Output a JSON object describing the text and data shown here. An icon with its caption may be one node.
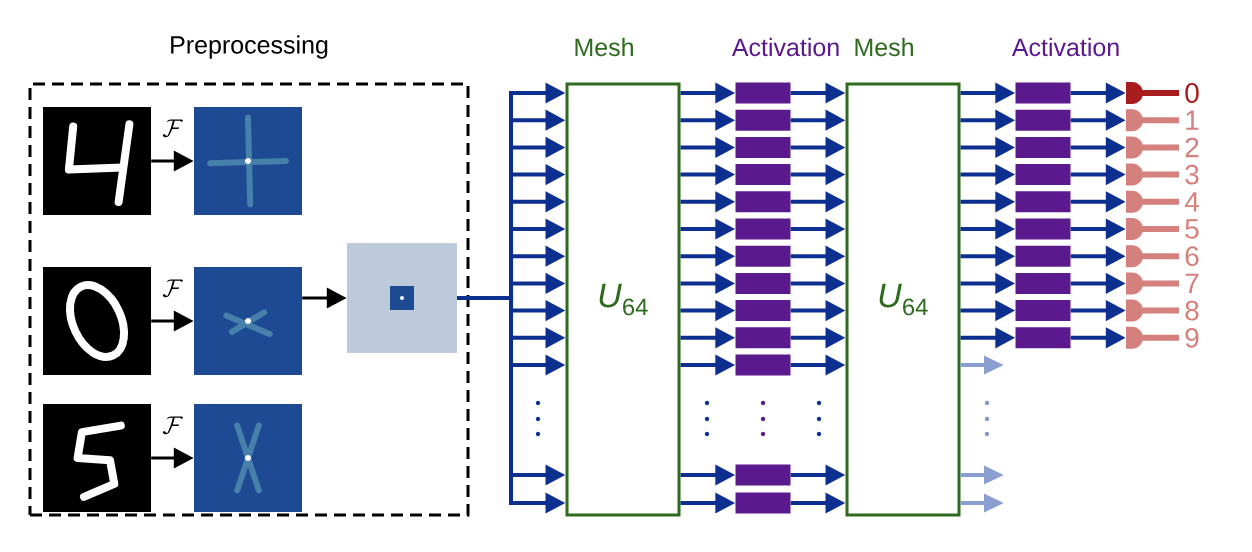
{
  "diagram": {
    "nodes": [
      {
        "text": [
          "Preprocessing"
        ]
      },
      {
        "text": [],
        "shape": "picture",
        "in": 0
      },
      {
        "text": [],
        "shape": "picture",
        "in": 0
      },
      {
        "text": [],
        "shape": "picture",
        "in": 0
      },
      {
        "text": [],
        "shape": "picture",
        "in": 0
      },
      {
        "text": [],
        "shape": "picture",
        "in": 0
      },
      {
        "text": [],
        "shape": "picture",
        "in": 0
      },
      {
        "text": [],
        "shape": "picture",
        "in": 0
      },
      {
        "text": [
          "Mesh",
          "*U*$_{64}$"
        ]
      },
      {
        "text": [],
        "shape": "bar"
      },
      {
        "text": [],
        "shape": "bar"
      },
      {
        "text": [],
        "shape": "bar"
      },
      {
        "text": [],
        "shape": "bar"
      },
      {
        "text": [],
        "shape": "bar"
      },
      {
        "text": [],
        "shape": "bar"
      },
      {
        "text": [],
        "shape": "bar"
      },
      {
        "text": [],
        "shape": "bar"
      },
      {
        "text": [],
        "shape": "bar"
      },
      {
        "text": [],
        "shape": "bar"
      },
      {
        "text": [],
        "shape": "bar"
      },
      {
        "text": [],
        "shape": "bar"
      },
      {
        "text": [],
        "shape": "bar"
      },
      {
        "text": [
          "Mesh",
          "*U*$_{64}$"
        ]
      },
      {
        "text": [],
        "shape": "bar"
      },
      {
        "text": [],
        "shape": "bar"
      },
      {
        "text": [],
        "shape": "bar"
      },
      {
        "text": [],
        "shape": "bar"
      },
      {
        "text": [],
        "shape": "bar"
      },
      {
        "text": [],
        "shape": "bar"
      },
      {
        "text": [],
        "shape": "bar"
      },
      {
        "text": [],
        "shape": "bar"
      },
      {
        "text": [],
        "shape": "bar"
      },
      {
        "text": [],
        "shape": "bar"
      },
      {
        "text": [],
        "shape": "detector",
        "beside": [
          "0"
        ]
      },
      {
        "text": [],
        "shape": "detector",
        "beside": [
          "1"
        ]
      },
      {
        "text": [],
        "shape": "detector",
        "beside": [
          "2"
        ]
      },
      {
        "text": [],
        "shape": "detector",
        "beside": [
          "3"
        ]
      },
      {
        "text": [],
        "shape": "detector",
        "beside": [
          "4"
        ]
      },
      {
        "text": [],
        "shape": "detector",
        "beside": [
          "5"
        ]
      },
      {
        "text": [],
        "shape": "detector",
        "beside": [
          "6"
        ]
      },
      {
        "text": [],
        "shape": "detector",
        "beside": [
          "7"
        ]
      },
      {
        "text": [],
        "shape": "detector",
        "beside": [
          "8"
        ]
      },
      {
        "text": [],
        "shape": "detector",
        "beside": [
          "9"
        ]
      }
    ],
    "edges": [
      {
        "from": 1,
        "to": 4,
        "arrow": "to",
        "label": "\\mathcal{F}",
        "color": "#000000"
      },
      {
        "from": 2,
        "to": 5,
        "arrow": "to",
        "label": "\\mathcal{F}",
        "color": "#000000"
      },
      {
        "from": 3,
        "to": 6,
        "arrow": "to",
        "label": "\\mathcal{F}",
        "color": "#000000"
      },
      {
        "from": 5,
        "to": 7,
        "arrow": "to",
        "color": "#000000"
      },
      {
        "from": 7,
        "to": 8,
        "arrow": "to"
      },
      {
        "from": 7,
        "to": 8,
        "arrow": "to"
      },
      {
        "from": 7,
        "to": 8,
        "arrow": "to"
      },
      {
        "from": 7,
        "to": 8,
        "arrow": "to"
      },
      {
        "from": 7,
        "to": 8,
        "arrow": "to"
      },
      {
        "from": 7,
        "to": 8,
        "arrow": "to"
      },
      {
        "from": 7,
        "to": 8,
        "arrow": "to"
      },
      {
        "from": 7,
        "to": 8,
        "arrow": "to"
      },
      {
        "from": 7,
        "to": 8,
        "arrow": "to"
      },
      {
        "from": 7,
        "to": 8,
        "arrow": "to"
      },
      {
        "from": 7,
        "to": 8,
        "arrow": "to"
      },
      {
        "from": 7,
        "to": 8,
        "arrow": "to"
      },
      {
        "from": 7,
        "to": 8,
        "arrow": "to"
      },
      {
        "from": 8,
        "to": 9,
        "arrow": "to"
      },
      {
        "from": 8,
        "to": 10,
        "arrow": "to"
      },
      {
        "from": 8,
        "to": 11,
        "arrow": "to"
      },
      {
        "from": 8,
        "to": 12,
        "arrow": "to"
      },
      {
        "from": 8,
        "to": 13,
        "arrow": "to"
      },
      {
        "from": 8,
        "to": 14,
        "arrow": "to"
      },
      {
        "from": 8,
        "to": 15,
        "arrow": "to"
      },
      {
        "from": 8,
        "to": 16,
        "arrow": "to"
      },
      {
        "from": 8,
        "to": 17,
        "arrow": "to"
      },
      {
        "from": 8,
        "to": 18,
        "arrow": "to"
      },
      {
        "from": 8,
        "to": 19,
        "arrow": "to"
      },
      {
        "from": 8,
        "to": 20,
        "arrow": "to"
      },
      {
        "from": 8,
        "to": 21,
        "arrow": "to"
      },
      {
        "from": 9,
        "to": 22,
        "arrow": "to"
      },
      {
        "from": 10,
        "to": 22,
        "arrow": "to"
      },
      {
        "from": 11,
        "to": 22,
        "arrow": "to"
      },
      {
        "from": 12,
        "to": 22,
        "arrow": "to"
      },
      {
        "from": 13,
        "to": 22,
        "arrow": "to"
      },
      {
        "from": 14,
        "to": 22,
        "arrow": "to"
      },
      {
        "from": 15,
        "to": 22,
        "arrow": "to"
      },
      {
        "from": 16,
        "to": 22,
        "arrow": "to"
      },
      {
        "from": 17,
        "to": 22,
        "arrow": "to"
      },
      {
        "from": 18,
        "to": 22,
        "arrow": "to"
      },
      {
        "from": 19,
        "to": 22,
        "arrow": "to"
      },
      {
        "from": 20,
        "to": 22,
        "arrow": "to"
      },
      {
        "from": 21,
        "to": 22,
        "arrow": "to"
      },
      {
        "from": 22,
        "to": 23,
        "arrow": "to"
      },
      {
        "from": 22,
        "to": 24,
        "arrow": "to"
      },
      {
        "from": 22,
        "to": 25,
        "arrow": "to"
      },
      {
        "from": 22,
        "to": 26,
        "arrow": "to"
      },
      {
        "from": 22,
        "to": 27,
        "arrow": "to"
      },
      {
        "from": 22,
        "to": 28,
        "arrow": "to"
      },
      {
        "from": 22,
        "to": 29,
        "arrow": "to"
      },
      {
        "from": 22,
        "to": 30,
        "arrow": "to"
      },
      {
        "from": 22,
        "to": 31,
        "arrow": "to"
      },
      {
        "from": 22,
        "to": 32,
        "arrow": "to"
      },
      {
        "from": 23,
        "to": 33,
        "arrow": "to"
      },
      {
        "from": 24,
        "to": 34,
        "arrow": "to"
      },
      {
        "from": 25,
        "to": 35,
        "arrow": "to"
      },
      {
        "from": 26,
        "to": 36,
        "arrow": "to"
      },
      {
        "from": 27,
        "to": 37,
        "arrow": "to"
      },
      {
        "from": 28,
        "to": 38,
        "arrow": "to"
      },
      {
        "from": 29,
        "to": 39,
        "arrow": "to"
      },
      {
        "from": 30,
        "to": 40,
        "arrow": "to"
      },
      {
        "from": 31,
        "to": 41,
        "arrow": "to"
      },
      {
        "from": 32,
        "to": 42,
        "arrow": "to"
      },
      {
        "from": 22,
        "to": null,
        "arrow": "to",
        "color": "#8a9fd0"
      },
      {
        "from": 22,
        "to": null,
        "arrow": "to",
        "color": "#8a9fd0"
      },
      {
        "from": 22,
        "to": null,
        "arrow": "to",
        "color": "#8a9fd0"
      }
    ],
    "labels": [
      "Activation",
      "Activation"
    ]
  }
}
